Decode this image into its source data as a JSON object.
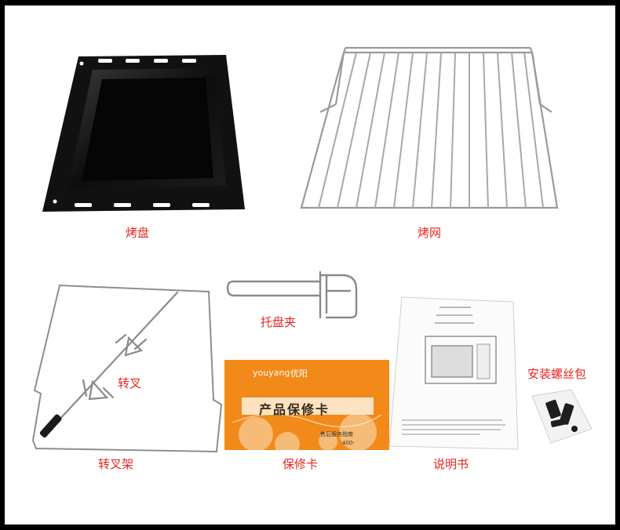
{
  "items": {
    "tray": {
      "label": "烤盘",
      "icon": "baking-tray-icon"
    },
    "rack": {
      "label": "烤网",
      "icon": "wire-rack-icon"
    },
    "tray_clip": {
      "label": "托盘夹",
      "icon": "tray-clip-icon"
    },
    "rotisserie_fork": {
      "label": "转叉",
      "icon": "rotisserie-fork-icon"
    },
    "fork_frame": {
      "label": "转叉架",
      "icon": "fork-frame-icon"
    },
    "warranty_card": {
      "label": "保修卡",
      "brand_latin": "youyang",
      "brand_cn": "优阳",
      "title": "产品保修卡",
      "service_text": "售后服务指南",
      "hotline": "400-"
    },
    "manual": {
      "label": "说明书",
      "icon": "manual-icon"
    },
    "screw_pack": {
      "label": "安装螺丝包",
      "icon": "screw-bag-icon"
    }
  },
  "colors": {
    "label": "#e8251f",
    "background": "#000000",
    "panel": "#ffffff",
    "card": "#f28a1a"
  }
}
